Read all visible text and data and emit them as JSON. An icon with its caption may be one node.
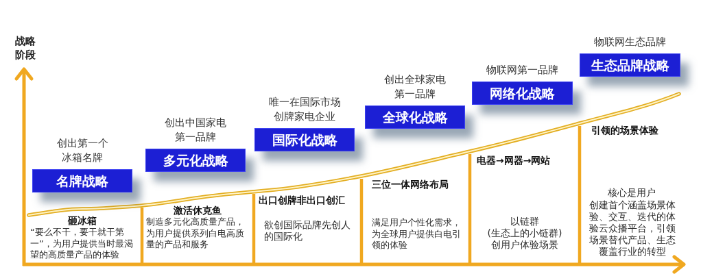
{
  "diagram": {
    "nodes": [
      {
        "text": [
          "名牌战略"
        ],
        "beside": [
          "创出第一个冰箱名牌"
        ]
      },
      {
        "text": [
          "多元化战略"
        ],
        "beside": [
          "创出中国家电第一品牌"
        ]
      },
      {
        "text": [
          "国际化战略"
        ],
        "beside": [
          "唯一在国际市场创牌家电企业"
        ]
      },
      {
        "text": [
          "全球化战略"
        ],
        "beside": [
          "创出全球家电第一品牌"
        ]
      },
      {
        "text": [
          "网络化战略"
        ],
        "beside": [
          "物联网第一品牌"
        ]
      },
      {
        "text": [
          "生态品牌战略"
        ],
        "beside": [
          "物联网生态品牌"
        ]
      }
    ],
    "labels": [
      "战略阶段",
      "砸冰箱",
      "“要么不干，要干就干第一”，为用户提供当时最渴望的高质量产品的体验",
      "激活休克鱼",
      "制造多元化高质量产品，为用户提供系列白电高质量的产品和服务",
      "出口创牌非出口创汇",
      "欲创国际品牌先创人的国际化",
      "三位一体网络布局",
      "满足用户个性化需求，为全球用户提供白电引领的体验",
      "电器→网器→网站",
      "以链群",
      "(生态上的小链群)",
      "创用户体验场景",
      "引领的场景体验",
      "核心是用户",
      "创建首个涵盖场景体验、交互、迭代的体验云众播平台，引领场景替代产品、生态覆盖行业的转型"
    ]
  }
}
